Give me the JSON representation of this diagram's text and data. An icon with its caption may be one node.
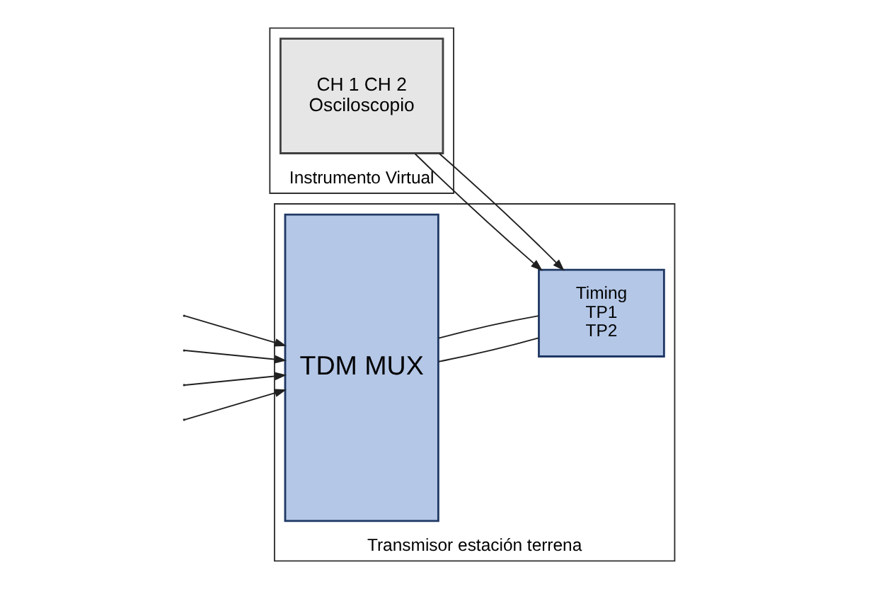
{
  "diagram": {
    "nodes": [
      {
        "text": [
          "Transmisor estación terrena"
        ]
      },
      {
        "text": [
          "TDM MUX"
        ],
        "in": 0
      },
      {
        "text": [
          "Timing",
          "TP1",
          "TP2"
        ],
        "in": 0
      },
      {
        "text": [
          "Instrumento Virtual"
        ]
      },
      {
        "text": [
          "CH 1 CH 2",
          "Osciloscopio"
        ],
        "in": 3
      }
    ],
    "edges": [
      {
        "from": null,
        "to": 1,
        "arrow": "to"
      },
      {
        "from": null,
        "to": 1,
        "arrow": "to"
      },
      {
        "from": null,
        "to": 1,
        "arrow": "to"
      },
      {
        "from": null,
        "to": 1,
        "arrow": "to"
      },
      {
        "from": 1,
        "to": 2,
        "arrow": "none"
      },
      {
        "from": 1,
        "to": 2,
        "arrow": "none"
      },
      {
        "from": 4,
        "to": 2,
        "arrow": "to"
      },
      {
        "from": 4,
        "to": 2,
        "arrow": "to"
      }
    ]
  }
}
